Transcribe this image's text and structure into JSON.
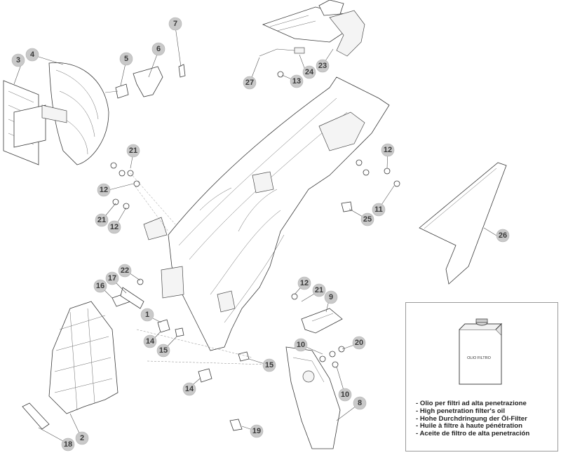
{
  "callouts": {
    "c1": "1",
    "c2": "2",
    "c3": "3",
    "c4": "4",
    "c5": "5",
    "c6": "6",
    "c7": "7",
    "c8": "8",
    "c9": "9",
    "c10a": "10",
    "c10b": "10",
    "c11": "11",
    "c12a": "12",
    "c12b": "12",
    "c12c": "12",
    "c12d": "12",
    "c13": "13",
    "c14a": "14",
    "c14b": "14",
    "c15a": "15",
    "c15b": "15",
    "c16": "16",
    "c17": "17",
    "c18": "18",
    "c19": "19",
    "c20": "20",
    "c21a": "21",
    "c21b": "21",
    "c21c": "21",
    "c22": "22",
    "c23": "23",
    "c24": "24",
    "c25": "25",
    "c26": "26",
    "c27": "27"
  },
  "note": {
    "lines": [
      "- Olio per filtri ad alta penetrazione",
      "- High penetration filter's oil",
      "- Hohe Durchdringung der Öl-Filter",
      "- Huile à filtre à haute pénétration",
      "- Aceite de filtro de alta penetración"
    ],
    "can_label": "OLIO FILTRO"
  }
}
